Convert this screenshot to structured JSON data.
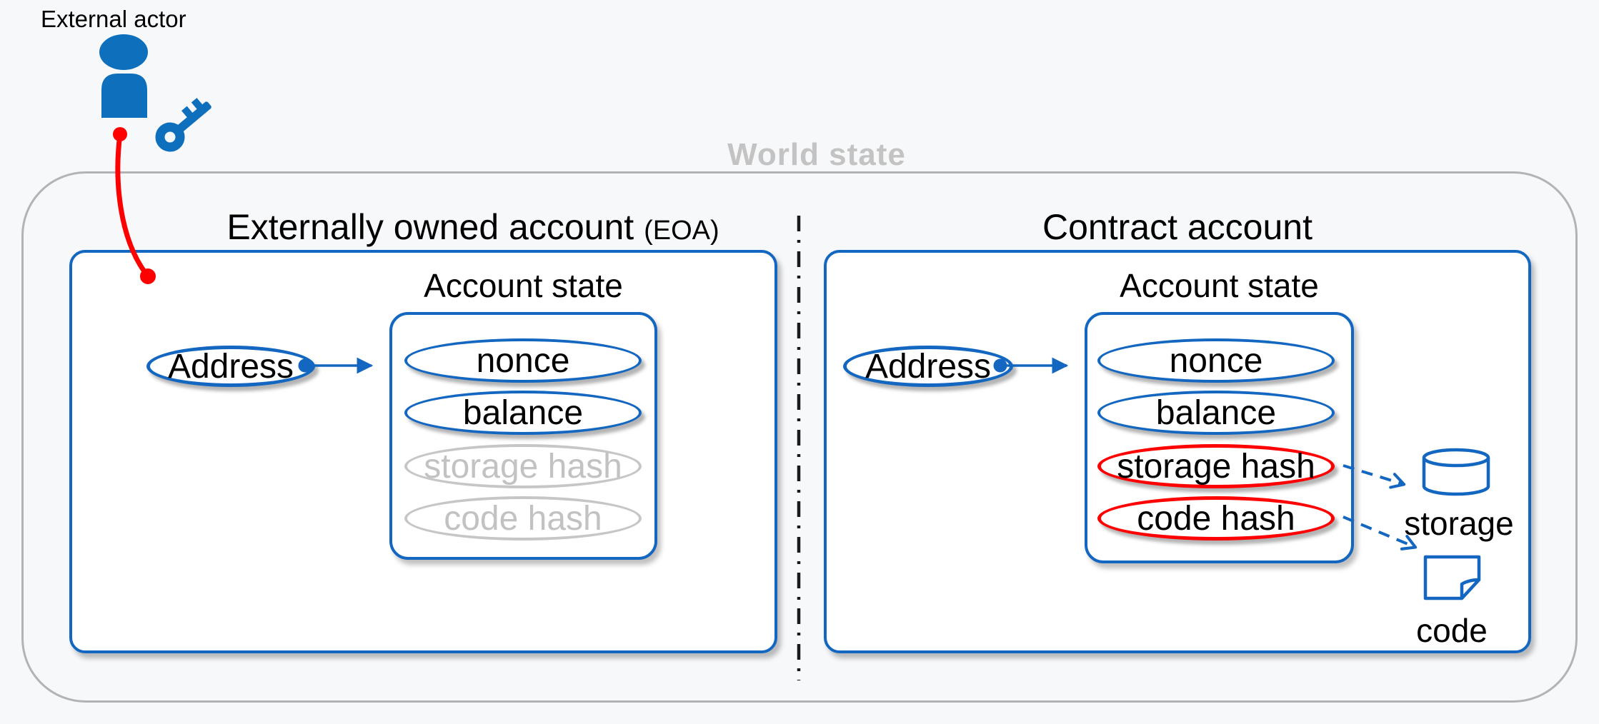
{
  "palette": {
    "icon_blue": "#0E70BD",
    "stroke_blue": "#1467C0",
    "red": "#FE0000",
    "gray_border": "#B3B3B3",
    "gray_muted_text": "#C2C2C2",
    "divider_black": "#1A1A1A",
    "background": "#F7F8FA",
    "box_fill": "#FFFFFF"
  },
  "external_actor": {
    "label": "External actor"
  },
  "world_state": {
    "label": "World state"
  },
  "eoa": {
    "title": "Externally owned account",
    "title_suffix": "(EOA)",
    "account_state_heading": "Account state",
    "address_label": "Address",
    "fields": [
      {
        "label": "nonce",
        "style": "blue"
      },
      {
        "label": "balance",
        "style": "blue"
      },
      {
        "label": "storage hash",
        "style": "gray"
      },
      {
        "label": "code hash",
        "style": "gray"
      }
    ]
  },
  "contract": {
    "title": "Contract account",
    "account_state_heading": "Account state",
    "address_label": "Address",
    "fields": [
      {
        "label": "nonce",
        "style": "blue"
      },
      {
        "label": "balance",
        "style": "blue"
      },
      {
        "label": "storage hash",
        "style": "red"
      },
      {
        "label": "code hash",
        "style": "red"
      }
    ],
    "storage_label": "storage",
    "code_label": "code"
  }
}
